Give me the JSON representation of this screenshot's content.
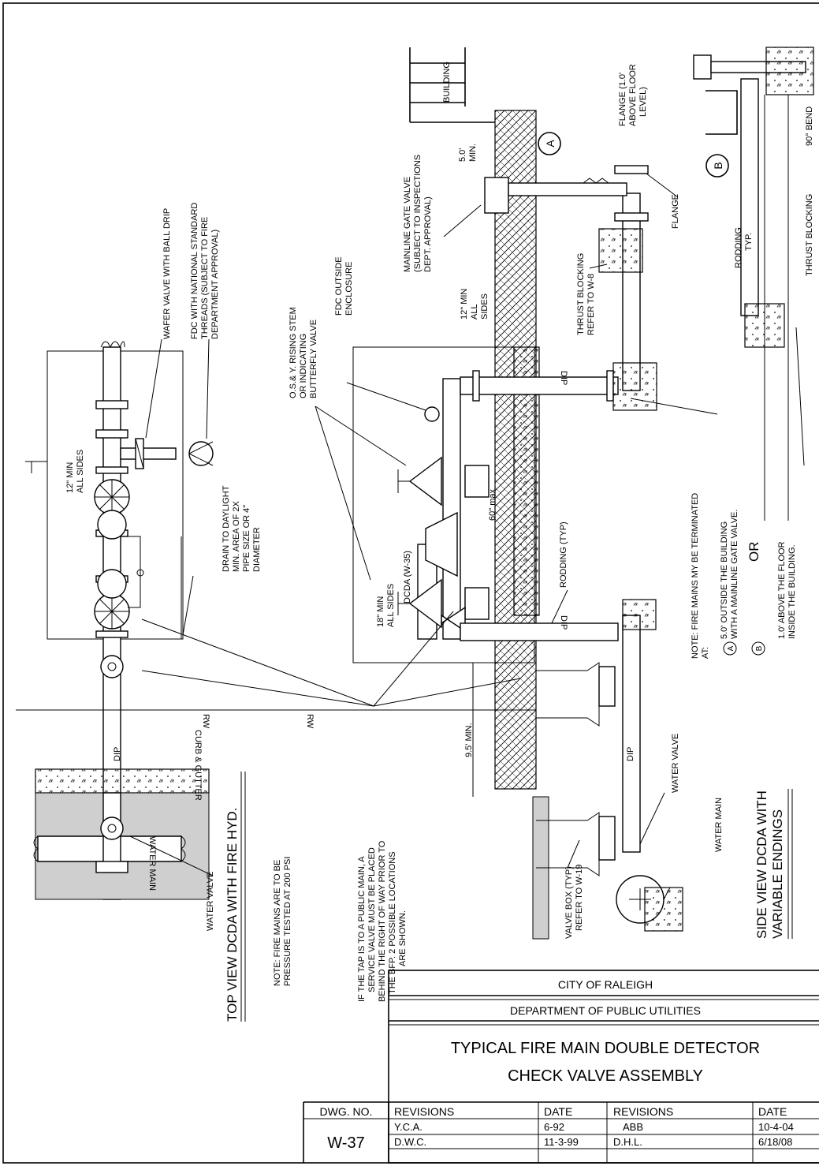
{
  "title_block": {
    "agency": "CITY OF RALEIGH",
    "department": "DEPARTMENT OF PUBLIC UTILITIES",
    "title_line1": "TYPICAL FIRE MAIN DOUBLE  DETECTOR",
    "title_line2": "CHECK VALVE ASSEMBLY",
    "dwg_no_label": "DWG. NO.",
    "dwg_no": "W-37",
    "revisions_header": "REVISIONS",
    "date_header": "DATE",
    "revisions": [
      {
        "by": "Y.C.A.",
        "date": "6-92",
        "by2": "ABB",
        "date2": "10-4-04"
      },
      {
        "by": "D.W.C.",
        "date": "11-3-99",
        "by2": "D.H.L.",
        "date2": "6/18/08"
      }
    ]
  },
  "view_titles": {
    "top": "TOP VIEW DCDA WITH FIRE HYD.",
    "side_line1": "SIDE VIEW DCDA WITH",
    "side_line2": "VARIABLE ENDINGS"
  },
  "notes": {
    "pressure_line1": "NOTE: FIRE MAINS ARE TO BE",
    "pressure_line2": "PRESSURE TESTED AT 200 PSI",
    "termination_line1": "NOTE: FIRE MAINS MY BE TERMINATED",
    "termination_line2": "AT:",
    "option_a_line1": "5.0' OUTSIDE THE BUILDING",
    "option_a_line2": "WITH A MAINLINE GATE VALVE.",
    "or": "OR",
    "option_b_line1": "1.0' ABOVE THE FLOOR",
    "option_b_line2": "INSIDE THE BUILDING.",
    "tap_line1": "IF THE TAP IS TO A PUBLIC MAIN, A",
    "tap_line2": "SERVICE VALVE MUST BE PLACED",
    "tap_line3": "BEHIND THE RIGHT OF WAY PRIOR TO",
    "tap_line4": "THE BFP.  2 POSSIBLE LOCATIONS",
    "tap_line5": "ARE SHOWN."
  },
  "markers": {
    "a": "A",
    "b": "B"
  },
  "labels": {
    "wafer_valve": "WAFER VALVE WITH BALL DRIP",
    "fdc_line1": "FDC WITH NATIONAL STANDARD",
    "fdc_line2": "THREADS (SUBJECT TO FIRE",
    "fdc_line3": "DEPARTMENT APPROVAL)",
    "twelve_min_line1": "12\" MIN",
    "twelve_min_line2": "ALL SIDES",
    "drain_line1": "DRAIN TO DAYLIGHT",
    "drain_line2": "MIN. AREA OF 2X",
    "drain_line3": "PIPE SIZE OR 4\"",
    "drain_line4": "DIAMETER",
    "water_valve": "WATER VALVE",
    "water_main_rev": "WATER MAIN",
    "dip": "DIP",
    "curb_gutter": "CURB & GUTTER",
    "rw": "RW",
    "rising_stem_line1": "O.S.& Y. RISING STEM",
    "rising_stem_line2": "OR INDICATING",
    "rising_stem_line3": "BUTTERFLY VALVE",
    "fdc_outside_line1": "FDC OUTSIDE",
    "fdc_outside_line2": "ENCLOSURE",
    "dcda": "DCDA (W-35)",
    "eighteen_min_line1": "18\" MIN",
    "eighteen_min_line2": "ALL SIDES",
    "sixty_max": "60\" max",
    "rodding_typ": "RODDING (TYP)",
    "mainline_gate_line1": "MAINLINE GATE VALVE",
    "mainline_gate_line2": "(SUBJECT TO INSPECTIONS",
    "mainline_gate_line3": "DEPT. APPROVAL)",
    "twelve_min_side_line1": "12\" MIN",
    "twelve_min_side_line2": "ALL",
    "twelve_min_side_line3": "SIDES",
    "five_min_line1": "5.0'",
    "five_min_line2": "MIN.",
    "building": "BUILDING",
    "thrust_w8_line1": "THRUST BLOCKING",
    "thrust_w8_line2": "REFER TO W-8",
    "flange": "FLANGE",
    "flange_floor_line1": "FLANGE (1.0'",
    "flange_floor_line2": "ABOVE FLOOR",
    "flange_floor_line3": "LEVEL)",
    "rodding_line1": "RODDING",
    "rodding_line2": "TYP.",
    "thrust_blocking": "THRUST BLOCKING",
    "bend": "90° BEND",
    "nine_five_min": "9.5' MIN.",
    "valve_box_line1": "VALVE BOX (TYP)",
    "valve_box_line2": "REFER TO W-19",
    "water_main": "WATER MAIN"
  }
}
